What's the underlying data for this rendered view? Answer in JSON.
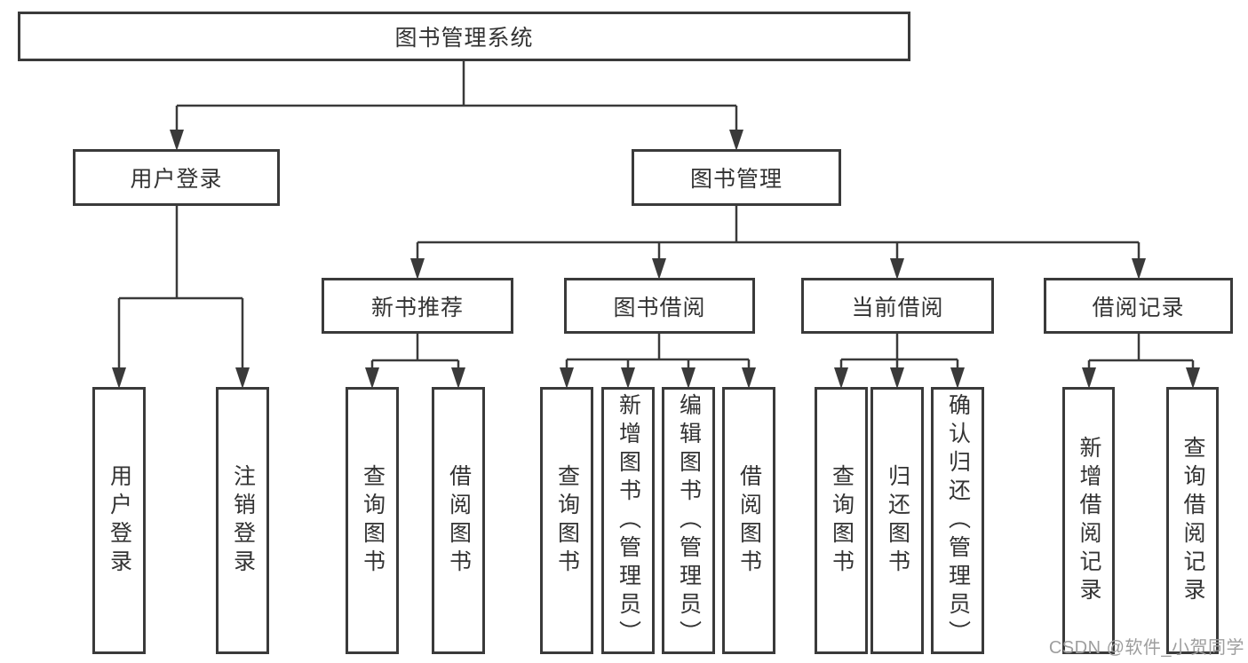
{
  "diagram_type": "function-structure-tree",
  "tree": {
    "label": "图书管理系统",
    "children": [
      {
        "label": "用户登录",
        "children": [
          {
            "label": "用户登录"
          },
          {
            "label": "注销登录"
          }
        ]
      },
      {
        "label": "图书管理",
        "children": [
          {
            "label": "新书推荐",
            "children": [
              {
                "label": "查询图书"
              },
              {
                "label": "借阅图书"
              }
            ]
          },
          {
            "label": "图书借阅",
            "children": [
              {
                "label": "查询图书"
              },
              {
                "label": "新增图书（管理员）"
              },
              {
                "label": "编辑图书（管理员）"
              },
              {
                "label": "借阅图书"
              }
            ]
          },
          {
            "label": "当前借阅",
            "children": [
              {
                "label": "查询图书"
              },
              {
                "label": "归还图书"
              },
              {
                "label": "确认归还（管理员）"
              }
            ]
          },
          {
            "label": "借阅记录",
            "children": [
              {
                "label": "新增借阅记录"
              },
              {
                "label": "查询借阅记录"
              }
            ]
          }
        ]
      }
    ]
  },
  "watermark": {
    "text": "CSDN @软件_小贺同学"
  },
  "colors": {
    "line": "#3a3a3a",
    "text": "#333333",
    "background": "#ffffff",
    "watermark": "#9e9e9e"
  }
}
